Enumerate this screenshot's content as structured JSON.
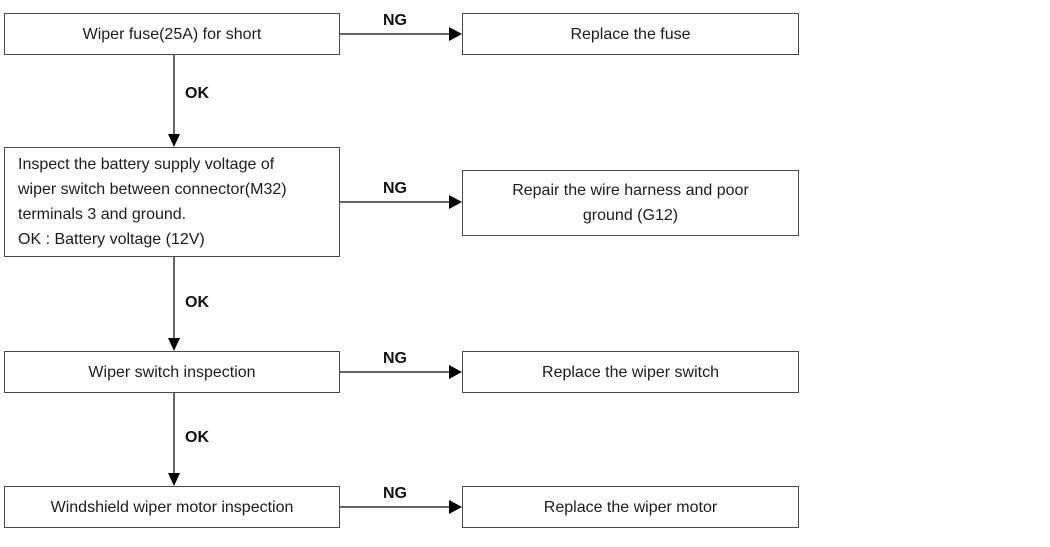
{
  "flowchart": {
    "rows": [
      {
        "check": "Wiper fuse(25A) for short",
        "ng": "NG",
        "action": "Replace the fuse"
      },
      {
        "check": "Inspect the battery supply voltage of\nwiper switch between connector(M32)\nterminals 3 and ground.\nOK : Battery voltage (12V)",
        "ng": "NG",
        "action": "Repair the wire harness and poor\nground (G12)"
      },
      {
        "check": "Wiper switch inspection",
        "ng": "NG",
        "action": "Replace the wiper switch"
      },
      {
        "check": "Windshield wiper motor inspection",
        "ng": "NG",
        "action": "Replace the wiper motor"
      }
    ],
    "ok_labels": [
      "OK",
      "OK",
      "OK"
    ],
    "colors": {
      "background": "#ffffff",
      "box_border": "#4a4a4a",
      "connector_line": "#666666",
      "arrowhead": "#000000",
      "text": "#1c1c1c"
    }
  }
}
